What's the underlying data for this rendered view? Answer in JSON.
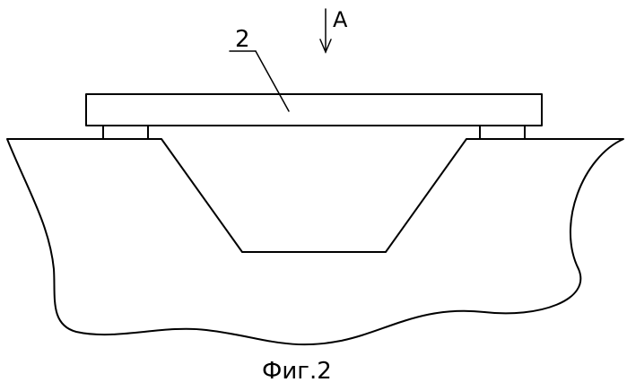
{
  "labels": {
    "part_number": "2",
    "view_marker": "A",
    "caption": "Фиг.2"
  }
}
